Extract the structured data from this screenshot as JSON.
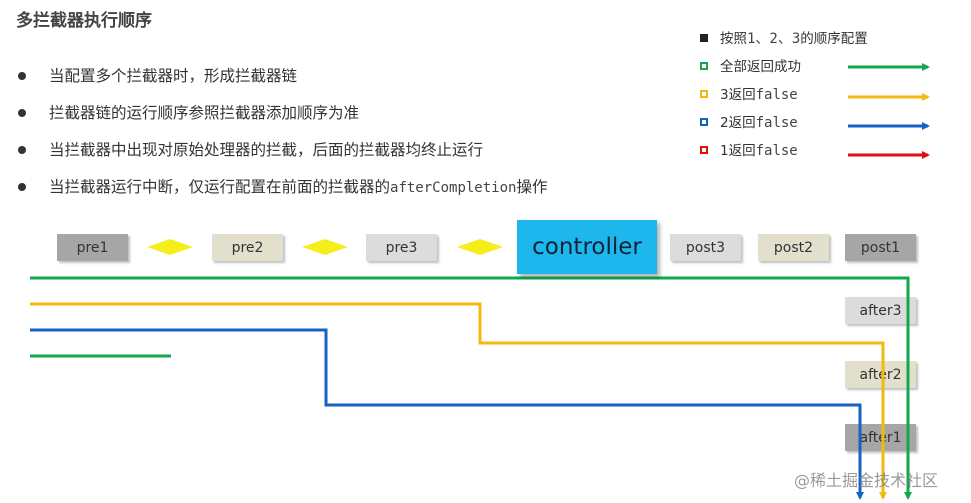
{
  "title": "多拦截器执行顺序",
  "bullets": [
    {
      "text": "当配置多个拦截器时，形成拦截器链",
      "code": ""
    },
    {
      "text": "拦截器链的运行顺序参照拦截器添加顺序为准",
      "code": ""
    },
    {
      "text": "当拦截器中出现对原始处理器的拦截，后面的拦截器均终止运行",
      "code": ""
    },
    {
      "text": "当拦截器运行中断，仅运行配置在前面的拦截器的",
      "code": "afterCompletion",
      "suffix": "操作"
    }
  ],
  "legend": [
    {
      "prefix": "按照",
      "code": "1、2、3",
      "suffix": "的顺序配置",
      "color": "#222222",
      "marker": "filled",
      "arrow": false
    },
    {
      "prefix": "全部返回成功",
      "code": "",
      "suffix": "",
      "color": "#12a84f",
      "marker": "hollow",
      "arrow": true
    },
    {
      "prefix": "3返回",
      "code": "false",
      "suffix": "",
      "color": "#f2b90f",
      "marker": "hollow",
      "arrow": true
    },
    {
      "prefix": "2返回",
      "code": "false",
      "suffix": "",
      "color": "#1565c0",
      "marker": "hollow",
      "arrow": true
    },
    {
      "prefix": "1返回",
      "code": "false",
      "suffix": "",
      "color": "#e01010",
      "marker": "hollow",
      "arrow": true
    }
  ],
  "boxes": {
    "pre1": "pre1",
    "pre2": "pre2",
    "pre3": "pre3",
    "controller": "controller",
    "post3": "post3",
    "post2": "post2",
    "post1": "post1",
    "after3": "after3",
    "after2": "after2",
    "after1": "after1"
  },
  "colors": {
    "green": "#12a84f",
    "yellow": "#f2b90f",
    "blue": "#1565c0",
    "red": "#e01010",
    "diamond": "#f5ee1a",
    "controller": "#1db7ee"
  },
  "watermark": "@稀土掘金技术社区"
}
